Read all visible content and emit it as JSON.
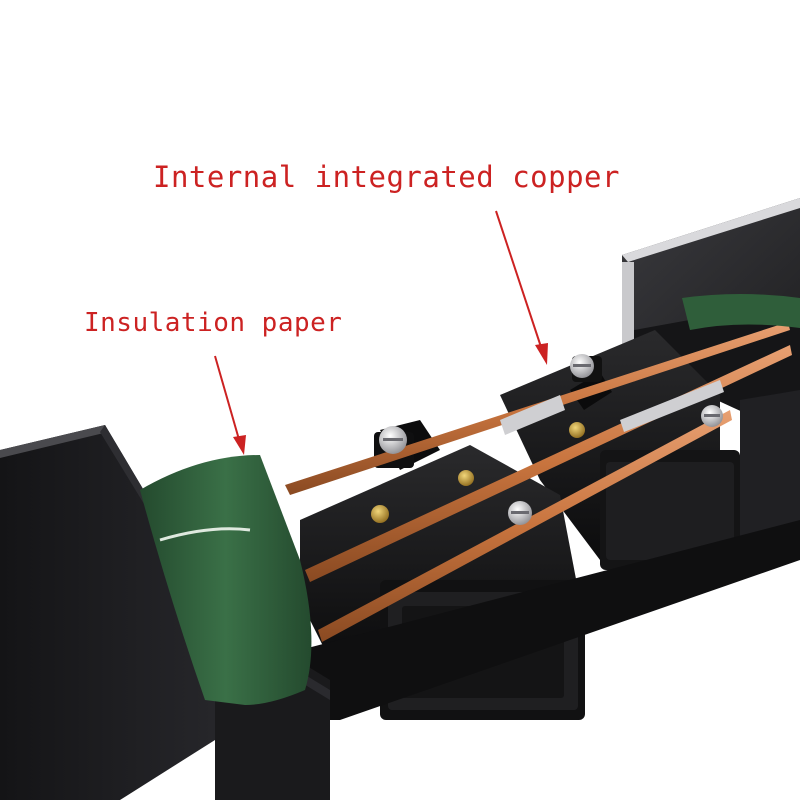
{
  "annotations": {
    "copper": "Internal integrated copper",
    "insulation": "Insulation paper",
    "text_color": "#cc2222"
  },
  "colors": {
    "background": "#ffffff",
    "housing": "#1c1c1e",
    "housing_highlight": "#3a3a3e",
    "aluminum": "#c9c9cc",
    "copper": "#c8743e",
    "copper_light": "#e8a072",
    "insulation_tape": "#2f5e3a",
    "socket": "#161616",
    "screw": "#cfcfd2",
    "brass": "#c9a23c"
  },
  "scene": {
    "subject": "power-strip-internal-assembly",
    "icons": [
      "arrow-icon",
      "screw-icon"
    ]
  }
}
